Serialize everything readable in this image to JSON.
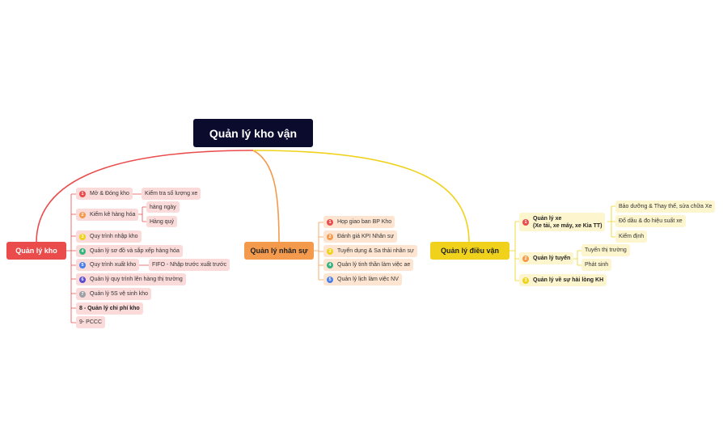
{
  "root": {
    "title": "Quản  lý kho vận"
  },
  "branches": {
    "kho": {
      "title": "Quản  lý  kho",
      "items": [
        {
          "badge": "1",
          "label": "Mở & Đóng kho",
          "children": [
            "Kiểm tra số lượng xe"
          ]
        },
        {
          "badge": "2",
          "label": "Kiểm kê hàng hóa",
          "children": [
            "hàng ngày",
            "Hàng quý"
          ]
        },
        {
          "badge": "3",
          "label": "Quy trình nhập kho"
        },
        {
          "badge": "4",
          "label": "Quản lý sơ đồ và sắp xếp hàng hóa"
        },
        {
          "badge": "5",
          "label": "Quy trình xuất kho",
          "children": [
            "FIFO - Nhập trước xuất trước"
          ]
        },
        {
          "badge": "6",
          "label": "Quản lý quy trình lên hàng thị trường"
        },
        {
          "badge": "7",
          "label": "Quản lý 5S vệ sinh kho"
        },
        {
          "label": "8 - Quản lý chi phí kho"
        },
        {
          "label": "9- PCCC"
        }
      ]
    },
    "nhansu": {
      "title": "Quản lý nhân sự",
      "items": [
        {
          "badge": "1",
          "label": "Họp giao ban BP Kho"
        },
        {
          "badge": "2",
          "label": "Đánh giá KPI Nhân sự"
        },
        {
          "badge": "3",
          "label": "Tuyển dụng & Sa thải nhân sự"
        },
        {
          "badge": "4",
          "label": "Quản lý tinh thần làm việc ae"
        },
        {
          "badge": "5",
          "label": "Quản lý lịch làm việc NV"
        }
      ]
    },
    "dieuvan": {
      "title": "Quản  lý  điều  vận",
      "items": [
        {
          "badge": "1",
          "label": "Quản lý xe",
          "sublabel": "(Xe tải, xe máy, xe Kia TT)",
          "children": [
            "Bảo dưỡng & Thay thế, sửa chữa Xe",
            "Đổ dầu & đo hiệu suất xe",
            "Kiểm định"
          ]
        },
        {
          "badge": "2",
          "label": "Quản lý tuyến",
          "children": [
            "Tuyến thị trường",
            "Phát sinh"
          ]
        },
        {
          "badge": "3",
          "label": "Quản lý về sự hài lòng KH"
        }
      ]
    }
  },
  "colors": {
    "root": "#0b0b2e",
    "kho": "#ea4c4c",
    "nhansu": "#f39a4c",
    "dieuvan": "#f0d21c"
  }
}
